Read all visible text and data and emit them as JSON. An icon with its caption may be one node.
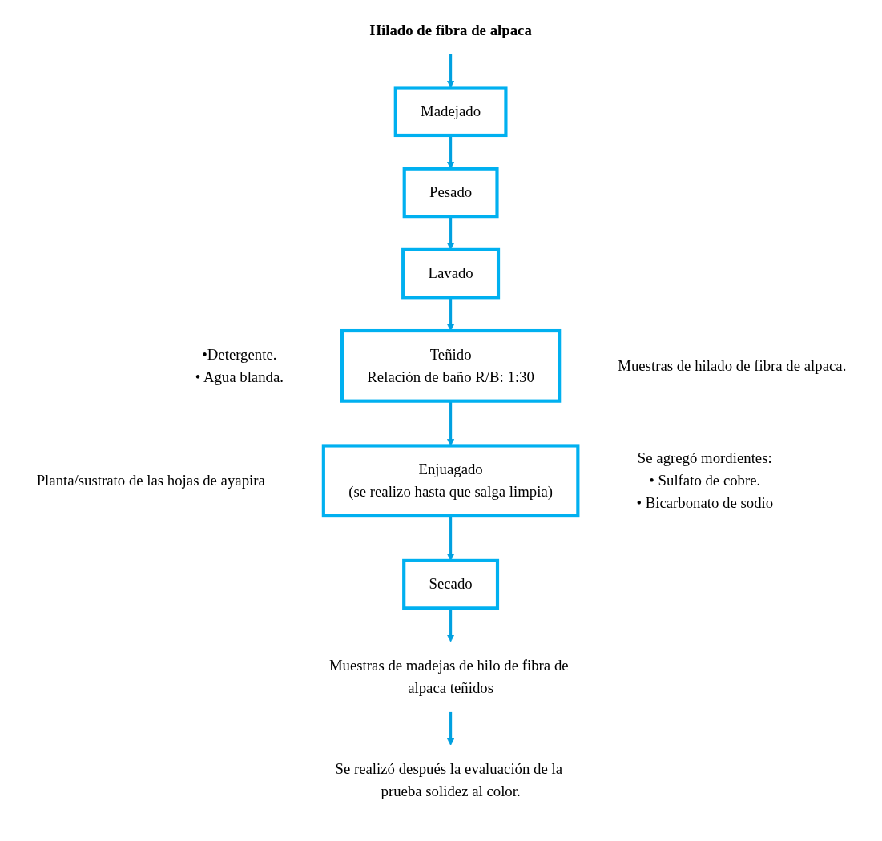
{
  "diagram": {
    "nodes": [
      {
        "text": [
          "Hilado de fibra de alpaca"
        ]
      },
      {
        "text": [
          "Madejado"
        ]
      },
      {
        "text": [
          "Pesado"
        ]
      },
      {
        "text": [
          "Lavado"
        ]
      },
      {
        "text": [
          "Teñido",
          "Relación de baño R/B: 1:30"
        ],
        "beside": [
          "•Detergente.",
          "• Agua blanda.",
          "Muestras de hilado de fibra de alpaca."
        ]
      },
      {
        "text": [
          "Enjuagado",
          "(se realizo hasta que salga limpia)"
        ],
        "beside": [
          "Planta/sustrato de las hojas de ayapira",
          "Se agregó mordientes:",
          "• Sulfato de cobre.",
          "• Bicarbonato de sodio"
        ]
      },
      {
        "text": [
          "Secado"
        ]
      },
      {
        "text": [
          "Muestras de madejas de hilo de fibra de alpaca teñidos"
        ]
      },
      {
        "text": [
          "Se realizó después la evaluación de la prueba solidez al color."
        ]
      }
    ],
    "edges": [
      {
        "from": 0,
        "to": 1,
        "arrow": "to"
      },
      {
        "from": 1,
        "to": 2,
        "arrow": "to"
      },
      {
        "from": 2,
        "to": 3,
        "arrow": "to"
      },
      {
        "from": 3,
        "to": 4,
        "arrow": "to"
      },
      {
        "from": 4,
        "to": 5,
        "arrow": "to"
      },
      {
        "from": 5,
        "to": 6,
        "arrow": "to"
      },
      {
        "from": 6,
        "to": 7,
        "arrow": "to"
      },
      {
        "from": 7,
        "to": 8,
        "arrow": "to"
      }
    ]
  }
}
